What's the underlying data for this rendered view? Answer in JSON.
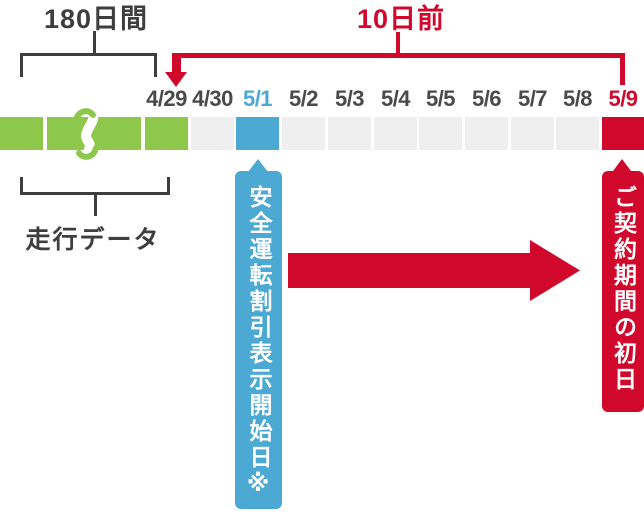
{
  "labels": {
    "period": "180日間",
    "days_before": "10日前",
    "driving_data": "走行データ"
  },
  "banners": {
    "safe_driving": {
      "text": "安全運転割引表示開始日※"
    },
    "contract_start": {
      "text": "ご契約期間の初日"
    }
  },
  "timeline": {
    "cells": [
      {
        "date": "",
        "type": "green"
      },
      {
        "date": "",
        "type": "green-break"
      },
      {
        "date": "4/29",
        "type": "green"
      },
      {
        "date": "4/30",
        "type": "gray"
      },
      {
        "date": "5/1",
        "type": "blue"
      },
      {
        "date": "5/2",
        "type": "gray"
      },
      {
        "date": "5/3",
        "type": "gray"
      },
      {
        "date": "5/4",
        "type": "gray"
      },
      {
        "date": "5/5",
        "type": "gray"
      },
      {
        "date": "5/6",
        "type": "gray"
      },
      {
        "date": "5/7",
        "type": "gray"
      },
      {
        "date": "5/8",
        "type": "gray"
      },
      {
        "date": "5/9",
        "type": "red"
      }
    ]
  },
  "colors": {
    "green": "#8DC74B",
    "blue": "#4BA9D3",
    "red": "#D0082C",
    "cell_gray": "#EFEFEF",
    "line_dark": "#3E3E3E",
    "date_gray": "#4A4A4A"
  }
}
